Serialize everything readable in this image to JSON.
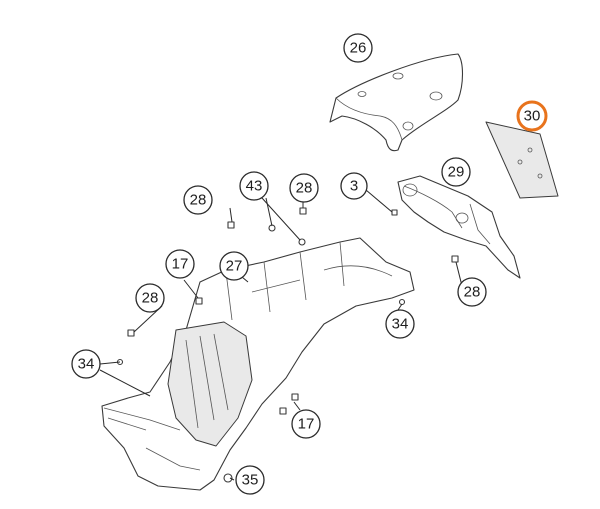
{
  "diagram": {
    "callouts": [
      {
        "id": "c26",
        "label": "26",
        "highlighted": false
      },
      {
        "id": "c30",
        "label": "30",
        "highlighted": true
      },
      {
        "id": "c29",
        "label": "29",
        "highlighted": false
      },
      {
        "id": "c3",
        "label": "3",
        "highlighted": false
      },
      {
        "id": "c43",
        "label": "43",
        "highlighted": false
      },
      {
        "id": "c28a",
        "label": "28",
        "highlighted": false
      },
      {
        "id": "c28b",
        "label": "28",
        "highlighted": false
      },
      {
        "id": "c28c",
        "label": "28",
        "highlighted": false
      },
      {
        "id": "c28d",
        "label": "28",
        "highlighted": false
      },
      {
        "id": "c17a",
        "label": "17",
        "highlighted": false
      },
      {
        "id": "c27",
        "label": "27",
        "highlighted": false
      },
      {
        "id": "c34a",
        "label": "34",
        "highlighted": false
      },
      {
        "id": "c34b",
        "label": "34",
        "highlighted": false
      },
      {
        "id": "c17b",
        "label": "17",
        "highlighted": false
      },
      {
        "id": "c35",
        "label": "35",
        "highlighted": false
      }
    ],
    "colors": {
      "highlight": "#e8731c",
      "line": "#2a2a2a",
      "part_fill": "#ffffff",
      "shade": "#e9e9e9"
    }
  }
}
